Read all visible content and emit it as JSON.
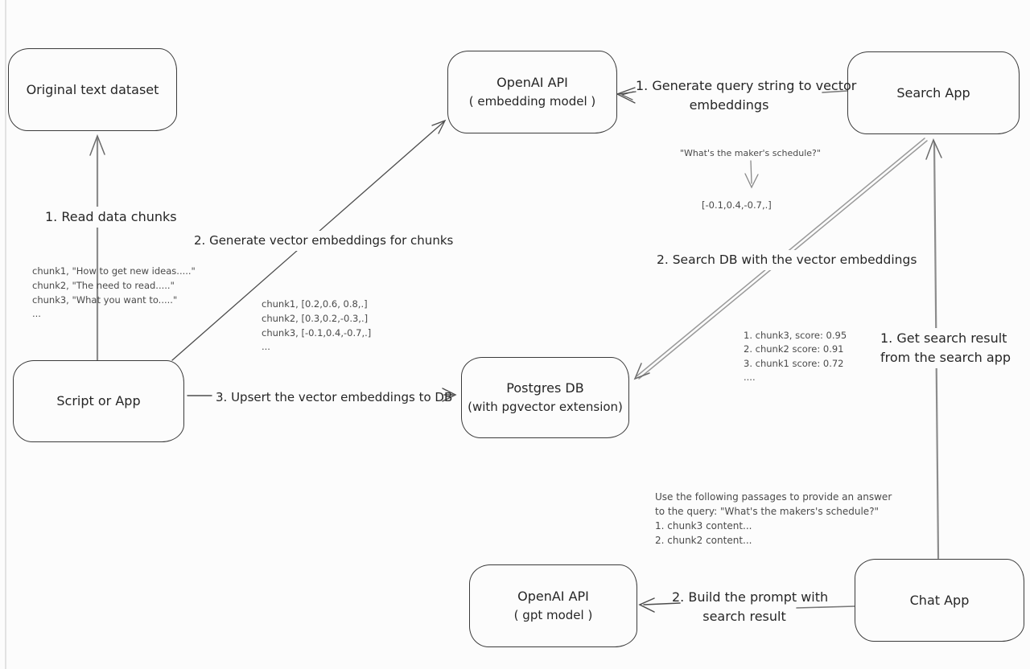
{
  "diagram": {
    "nodes": {
      "original_dataset": {
        "label": "Original text dataset"
      },
      "openai_embedding": {
        "line1": "OpenAI API",
        "line2": "( embedding model )"
      },
      "search_app": {
        "label": "Search App"
      },
      "script_or_app": {
        "label": "Script or App"
      },
      "postgres_db": {
        "line1": "Postgres DB",
        "line2": "(with pgvector extension)"
      },
      "openai_gpt": {
        "line1": "OpenAI API",
        "line2": "( gpt model )"
      },
      "chat_app": {
        "label": "Chat App"
      }
    },
    "edge_labels": {
      "read_chunks": "1. Read data chunks",
      "generate_embeddings": "2. Generate vector embeddings for chunks",
      "upsert": "3. Upsert the vector embeddings to DB",
      "query_to_vector_line1": "1. Generate query string to vector",
      "query_to_vector_line2": "embeddings",
      "search_db": "2. Search DB with the vector embeddings",
      "get_result_line1": "1. Get search result",
      "get_result_line2": "from the search app",
      "build_prompt_line1": "2. Build the prompt with",
      "build_prompt_line2": "search result"
    },
    "annotations": {
      "chunk_texts": [
        "chunk1, \"How to get new ideas.....\"",
        "chunk2, \"The need to read.....\"",
        "chunk3, \"What you want to.....\"",
        "..."
      ],
      "chunk_vectors": [
        "chunk1, [0.2,0.6, 0.8,.]",
        "chunk2, [0.3,0.2,-0.3,.]",
        "chunk3, [-0.1,0.4,-0.7,.]",
        "..."
      ],
      "query_text": "\"What's the maker's schedule?\"",
      "query_vector": "[-0.1,0.4,-0.7,.]",
      "search_scores": [
        "1. chunk3, score: 0.95",
        "2. chunk2 score: 0.91",
        "3. chunk1 score: 0.72",
        "...."
      ],
      "prompt_lines": [
        "Use the following passages to provide an answer",
        "to the query: \"What's the makers's schedule?\"",
        "1. chunk3 content...",
        "2. chunk2 content..."
      ]
    },
    "colors": {
      "stroke_dark": "#4c4c4c",
      "stroke_gray": "#8c8c8c",
      "background": "#fcfcfc",
      "border_faint": "#d8d8d8"
    }
  }
}
